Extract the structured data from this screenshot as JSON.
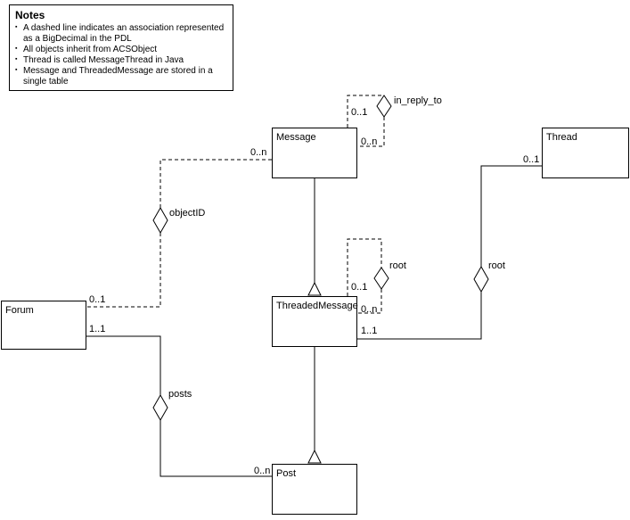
{
  "notes": {
    "title": "Notes",
    "items": [
      "A dashed line indicates an association represented as a BigDecimal in the PDL",
      "All objects inherit from ACSObject",
      "Thread is called MessageThread in Java",
      "Message and ThreadedMessage are stored in a single table"
    ]
  },
  "entities": {
    "message": "Message",
    "thread": "Thread",
    "forum": "Forum",
    "threaded_message": "ThreadedMessage",
    "post": "Post"
  },
  "associations": {
    "in_reply_to": {
      "name": "in_reply_to",
      "mult_top": "0..1",
      "mult_side": "0..n"
    },
    "objectID": {
      "name": "objectID",
      "mult_message": "0..n",
      "mult_forum": "0..1"
    },
    "root_self": {
      "name": "root",
      "mult_top": "0..1",
      "mult_side": "0..n"
    },
    "root_thread": {
      "name": "root",
      "mult_thread": "0..1",
      "mult_threaded_message": "1..1"
    },
    "posts": {
      "name": "posts",
      "mult_forum": "1..1",
      "mult_post": "0..n"
    }
  },
  "colors": {
    "line": "#000000",
    "background": "#ffffff",
    "box_fill": "#ffffff"
  }
}
